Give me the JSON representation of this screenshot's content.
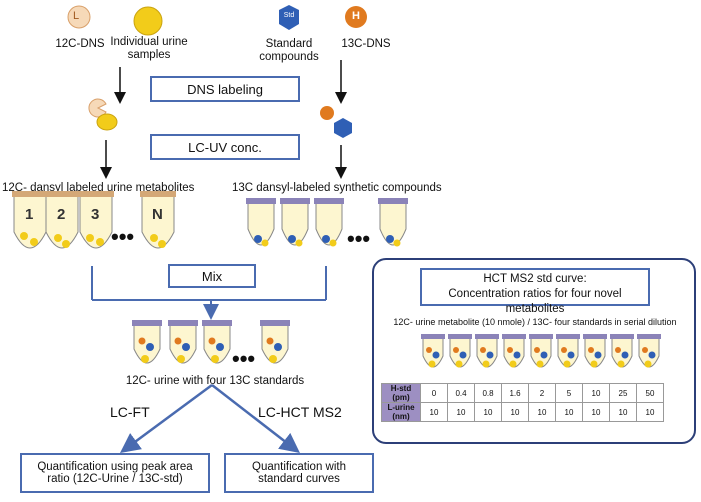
{
  "top": {
    "l_label": "L",
    "h_label": "H",
    "std_label": "Std",
    "c12_dns": "12C-DNS",
    "individual_urine": "Individual urine samples",
    "standard_compounds": "Standard compounds",
    "c13_dns": "13C-DNS"
  },
  "steps": {
    "dns_labeling": "DNS labeling",
    "lcuv": "LC-UV conc.",
    "mix": "Mix"
  },
  "groups": {
    "c12_labeled": "12C- dansyl labeled urine metabolites",
    "c13_labeled": "13C dansyl-labeled synthetic compounds",
    "tube_numbers": [
      "1",
      "2",
      "3",
      "N"
    ],
    "ellipsis": "•••",
    "mixed": "12C- urine with four 13C standards"
  },
  "methods": {
    "lcft": "LC-FT",
    "lchct": "LC-HCT MS2"
  },
  "results": {
    "peak_area": "Quantification using peak area ratio (12C-Urine / 13C-std)",
    "std_curves": "Quantification with standard curves"
  },
  "panel": {
    "title_line1": "HCT MS2 std curve:",
    "title_line2": "Concentration ratios for four novel metabolites",
    "subtitle": "12C- urine metabolite (10 nmole) / 13C- four standards in serial dilution",
    "table": {
      "row1_header": "H-std (pm)",
      "row2_header": "L-urine (nm)",
      "h_std": [
        "0",
        "0.4",
        "0.8",
        "1.6",
        "2",
        "5",
        "10",
        "25",
        "50"
      ],
      "l_urine": [
        "10",
        "10",
        "10",
        "10",
        "10",
        "10",
        "10",
        "10",
        "10"
      ]
    }
  },
  "colors": {
    "box_border": "#4a6bb0",
    "panel_border": "#2c3f78",
    "table_header": "#9d8fc2",
    "yellow": "#f2cc1a",
    "orange": "#e07a1f",
    "blue": "#2f5fb5"
  }
}
